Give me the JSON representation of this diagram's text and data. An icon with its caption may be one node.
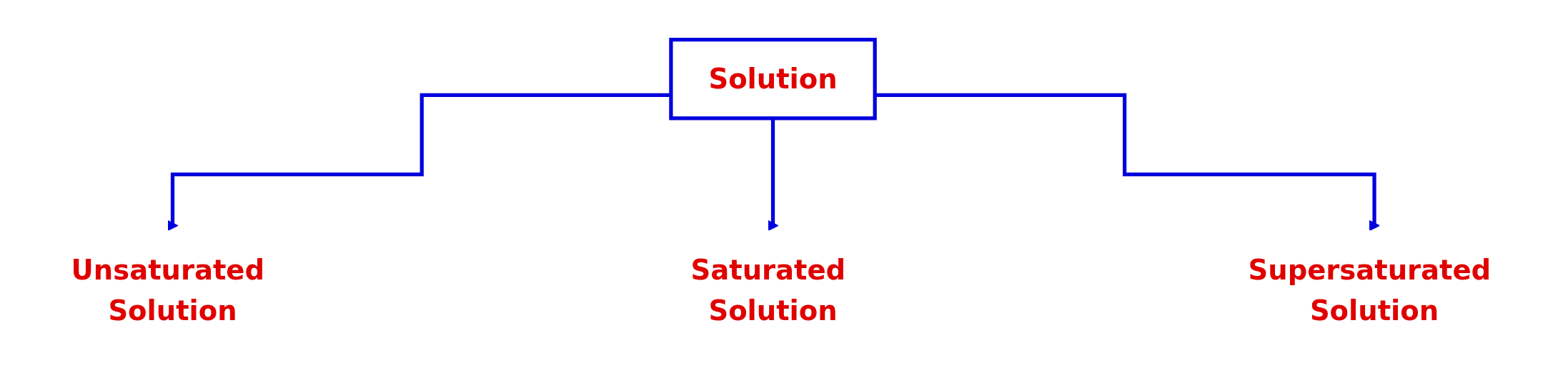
{
  "diagram": {
    "nodes": [
      {
        "text": [
          "Solution"
        ]
      },
      {
        "text": [
          "Unsaturated Solution"
        ]
      },
      {
        "text": [
          "Saturated Solution"
        ]
      },
      {
        "text": [
          "Supersaturated Solution"
        ]
      }
    ],
    "edges": [
      {
        "from": 0,
        "to": 1,
        "arrow": "to"
      },
      {
        "from": 0,
        "to": 2,
        "arrow": "to"
      },
      {
        "from": 0,
        "to": 3,
        "arrow": "to"
      }
    ]
  }
}
